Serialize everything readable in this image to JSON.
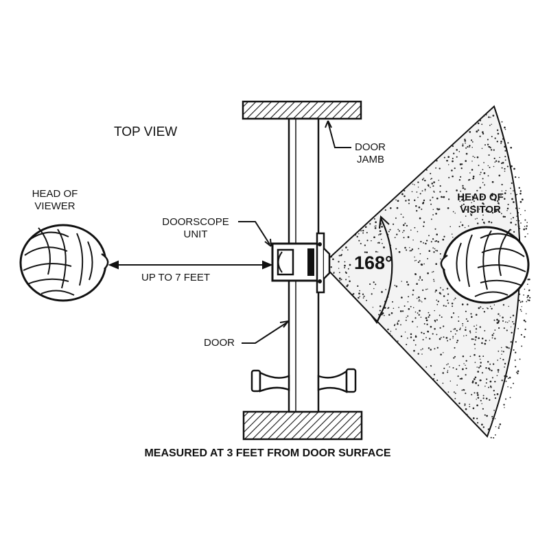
{
  "diagram": {
    "view_title": "TOP VIEW",
    "viewer_label": {
      "line1": "HEAD OF",
      "line2": "VIEWER"
    },
    "visitor_label": {
      "line1": "HEAD OF",
      "line2": "VISITOR"
    },
    "unit_label": {
      "line1": "DOORSCOPE",
      "line2": "UNIT"
    },
    "distance_label": "UP TO 7 FEET",
    "jamb_label": {
      "line1": "DOOR",
      "line2": "JAMB"
    },
    "door_label": "DOOR",
    "angle_label": "168°",
    "caption": "MEASURED AT 3 FEET FROM DOOR SURFACE"
  }
}
